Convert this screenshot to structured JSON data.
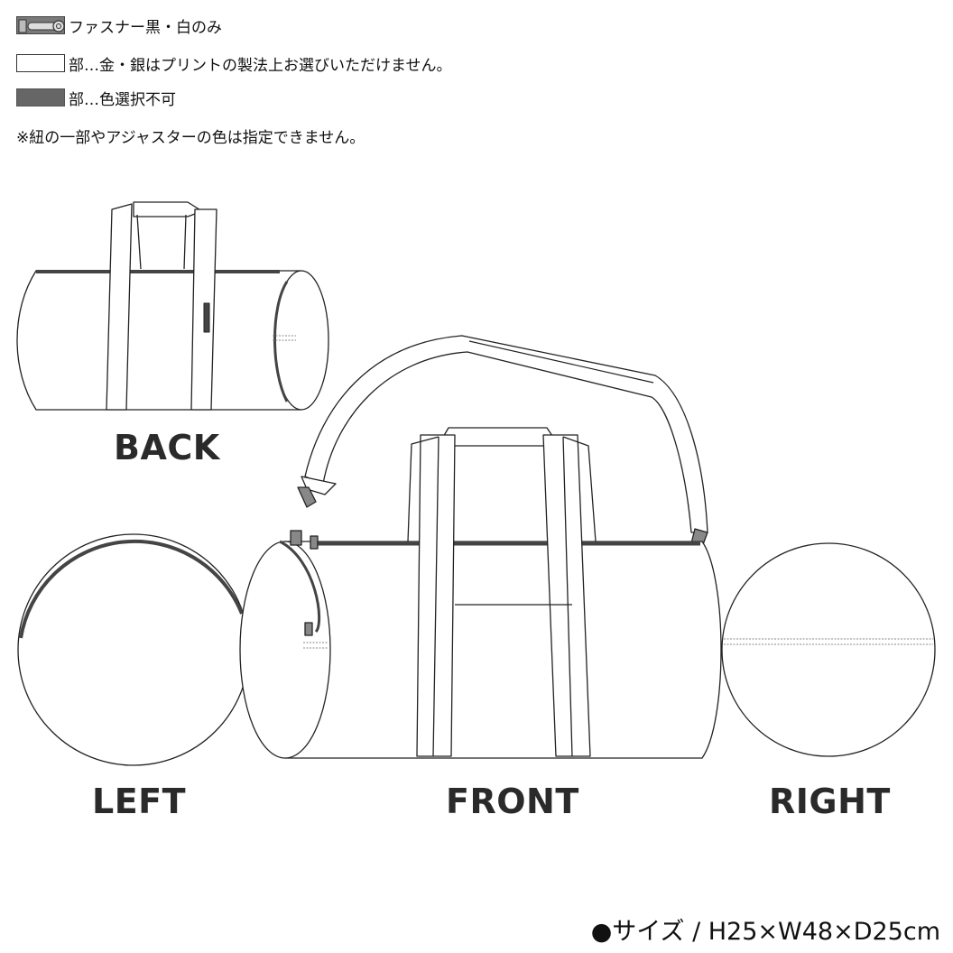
{
  "legend": {
    "zipper_text": "ファスナー黒・白のみ",
    "white_text": "部…金・銀はプリントの製法上お選びいただけません。",
    "gray_text": "部…色選択不可",
    "note": "※紐の一部やアジャスターの色は指定できません。"
  },
  "views": {
    "back": "BACK",
    "left": "LEFT",
    "front": "FRONT",
    "right": "RIGHT"
  },
  "size_text": "●サイズ / H25×W48×D25cm",
  "colors": {
    "outline": "#222222",
    "zipper": "#4a4a4a",
    "gray_swatch": "#666666",
    "label_text": "#2a2a2a"
  }
}
